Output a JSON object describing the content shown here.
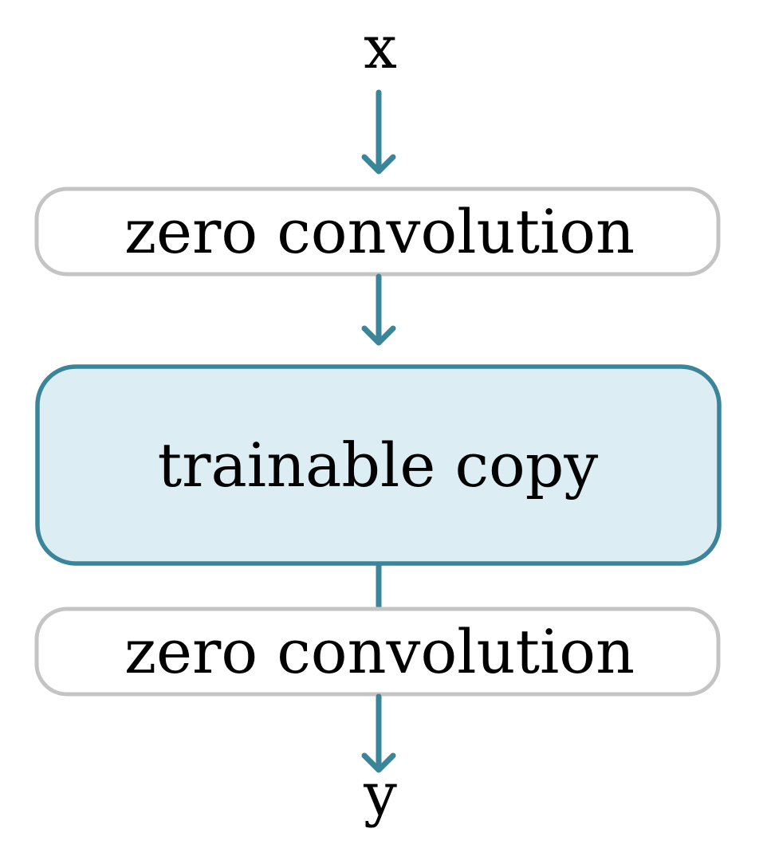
{
  "diagram": {
    "input_label": "x",
    "output_label": "y",
    "blocks": [
      {
        "label": "zero convolution",
        "kind": "zero-convolution"
      },
      {
        "label": "trainable copy",
        "kind": "trainable-copy"
      },
      {
        "label": "zero convolution",
        "kind": "zero-convolution"
      }
    ]
  },
  "colors": {
    "arrow": "#3a8599",
    "trainable_fill": "#ddedf4",
    "trainable_stroke": "#3a8599",
    "zero_conv_stroke": "#c4c4c4",
    "zero_conv_fill": "#ffffff",
    "text": "#000000"
  }
}
